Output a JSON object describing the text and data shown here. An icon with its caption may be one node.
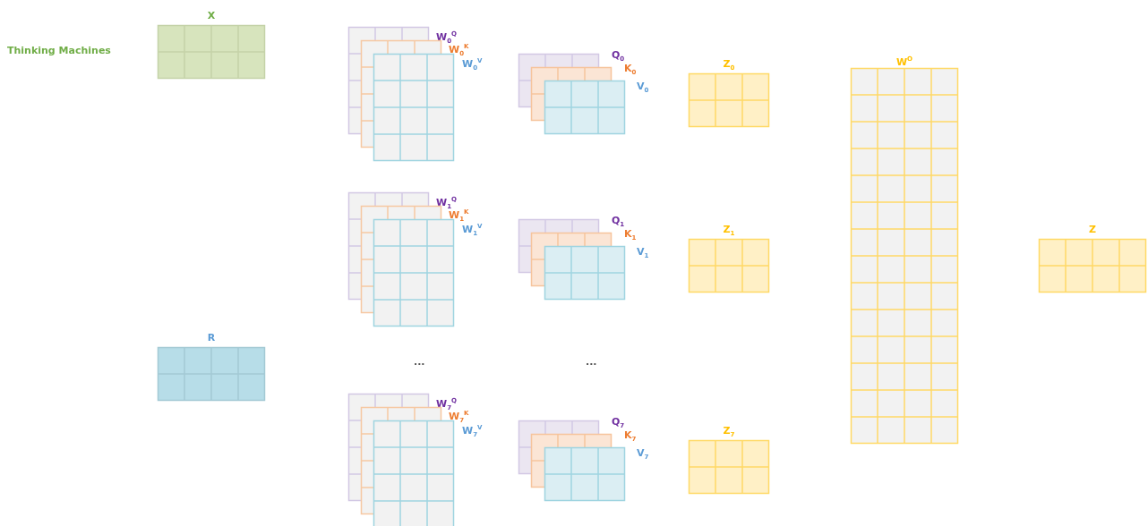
{
  "diagram": {
    "nodes": [
      {
        "text": [
          "X"
        ]
      },
      {
        "text": [
          "W$_{0}$$^{Q}$"
        ]
      },
      {
        "text": [
          "W$_{0}$$^{K}$"
        ]
      },
      {
        "text": [
          "W$_{0}$$^{V}$"
        ]
      },
      {
        "text": [
          "Q$_{0}$"
        ]
      },
      {
        "text": [
          "K$_{0}$"
        ]
      },
      {
        "text": [
          "V$_{0}$"
        ]
      },
      {
        "text": [
          "Z$_{0}$"
        ]
      },
      {
        "text": [
          "W$^{O}$"
        ]
      },
      {
        "text": [
          "W$_{1}$$^{Q}$"
        ]
      },
      {
        "text": [
          "W$_{1}$$^{K}$"
        ]
      },
      {
        "text": [
          "W$_{1}$$^{V}$"
        ]
      },
      {
        "text": [
          "Q$_{1}$"
        ]
      },
      {
        "text": [
          "K$_{1}$"
        ]
      },
      {
        "text": [
          "V$_{1}$"
        ]
      },
      {
        "text": [
          "Z$_{1}$"
        ]
      },
      {
        "text": [
          "Z"
        ]
      },
      {
        "text": [
          "R"
        ]
      },
      {
        "text": [
          "W$_{7}$$^{Q}$"
        ]
      },
      {
        "text": [
          "W$_{7}$$^{K}$"
        ]
      },
      {
        "text": [
          "W$_{7}$$^{V}$"
        ]
      },
      {
        "text": [
          "Q$_{7}$"
        ]
      },
      {
        "text": [
          "K$_{7}$"
        ]
      },
      {
        "text": [
          "V$_{7}$"
        ]
      },
      {
        "text": [
          "Z$_{7}$"
        ]
      }
    ],
    "edges": [],
    "labels": [
      "Thinking Machines",
      "...",
      "..."
    ]
  }
}
